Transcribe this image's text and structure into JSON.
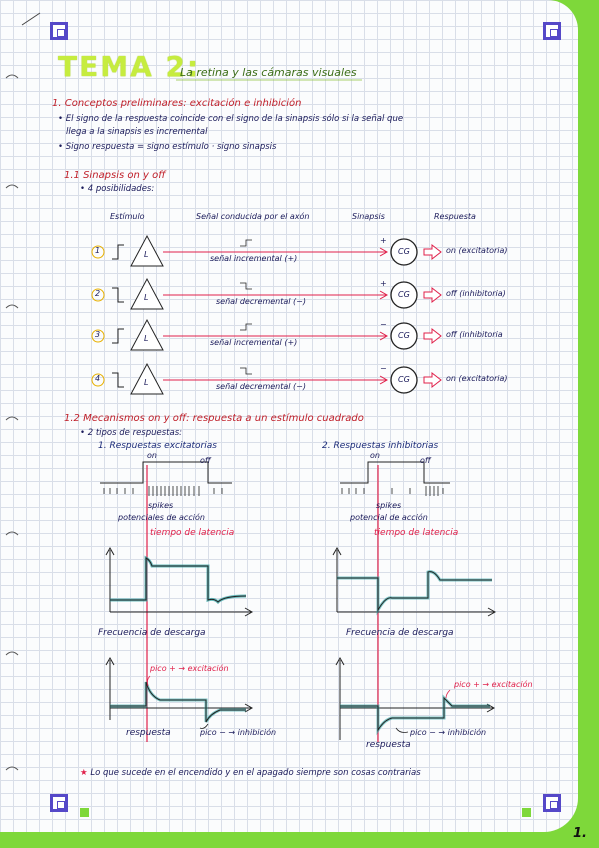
{
  "header": {
    "title": "TEMA 2:",
    "subtitle": "La retina y las cámaras visuales"
  },
  "section1": {
    "heading": "1. Conceptos preliminares: excitación e inhibición",
    "bullet1_line1": "El signo de la respuesta coincide con el signo de la sinapsis sólo si la señal que",
    "bullet1_line2": "llega a la sinapsis es incremental",
    "bullet2": "Signo respuesta = signo estímulo · signo sinapsis"
  },
  "section11": {
    "heading": "1.1 Sinapsis on y off",
    "bullet": "4 posibilidades:",
    "columns": [
      "Estímulo",
      "Señal conducida por el axón",
      "Sinapsis",
      "Respuesta"
    ],
    "rows": [
      {
        "num": "1",
        "cell": "L",
        "signal": "señal incremental (+)",
        "sign": "+",
        "target": "CG",
        "response": "on (excitatoria)"
      },
      {
        "num": "2",
        "cell": "L",
        "signal": "señal decremental (−)",
        "sign": "+",
        "target": "CG",
        "response": "off (inhibitoria)"
      },
      {
        "num": "3",
        "cell": "L",
        "signal": "señal incremental (+)",
        "sign": "−",
        "target": "CG",
        "response": "off (inhibitoria"
      },
      {
        "num": "4",
        "cell": "L",
        "signal": "señal decremental (−)",
        "sign": "−",
        "target": "CG",
        "response": "on (excitatoria)"
      }
    ]
  },
  "section12": {
    "heading": "1.2 Mecanismos on y off: respuesta a un estímulo cuadrado",
    "bullet": "2 tipos de respuestas:",
    "left": {
      "label": "1. Respuestas excitatorias",
      "on": "on",
      "off": "off",
      "spikes": "spikes",
      "potential": "potenciales de acción",
      "latency": "tiempo de latencia",
      "frequency": "Frecuencia de descarga",
      "peak": "pico + → excitación",
      "response": "respuesta",
      "peak_neg": "pico − → inhibición"
    },
    "right": {
      "label": "2. Respuestas inhibitorias",
      "on": "on",
      "off": "off",
      "spikes": "spikes",
      "potential": "potencial de acción",
      "latency": "tiempo de latencia",
      "frequency": "Frecuencia de descarga",
      "peak": "pico + → excitación",
      "response": "respuesta",
      "peak_neg": "pico − → inhibición"
    }
  },
  "footer": {
    "note": "Lo que sucede en el encendido y en el apagado siempre son cosas contrarias",
    "page_number": "1."
  }
}
